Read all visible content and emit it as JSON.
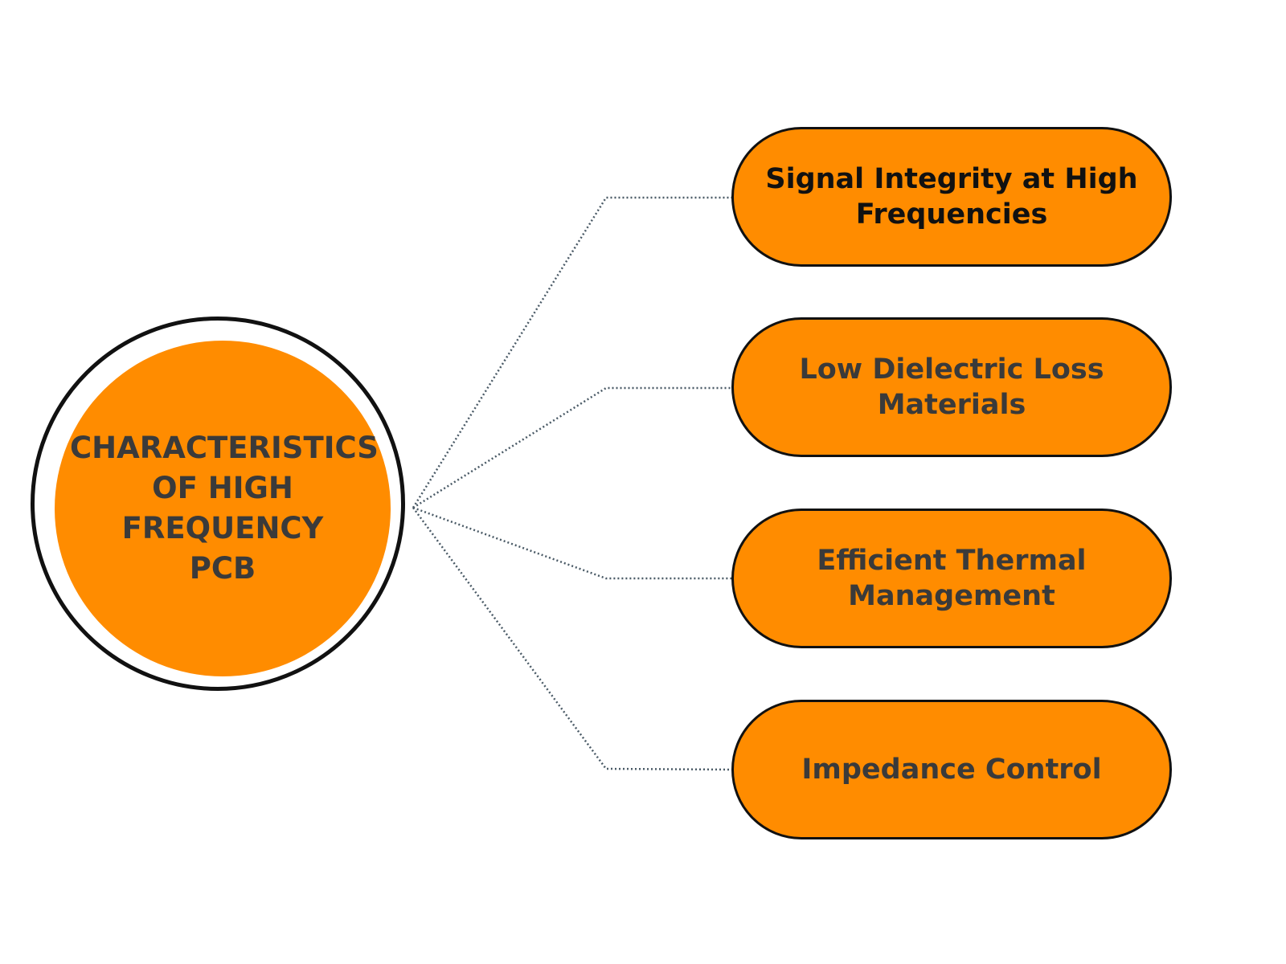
{
  "hub": {
    "title_lines": [
      "CHARACTERISTICS",
      "OF HIGH",
      "FREQUENCY",
      "PCB"
    ]
  },
  "nodes": [
    {
      "lines": [
        "Signal Integrity at High",
        "Frequencies"
      ]
    },
    {
      "lines": [
        "Low Dielectric Loss",
        "Materials"
      ]
    },
    {
      "lines": [
        "Efficient Thermal",
        "Management"
      ]
    },
    {
      "lines": [
        "Impedance Control"
      ]
    }
  ],
  "colors": {
    "fill": "#ff8c00",
    "outline": "#111111",
    "text": "#3a3a3a",
    "connector": "#4a5a66"
  }
}
